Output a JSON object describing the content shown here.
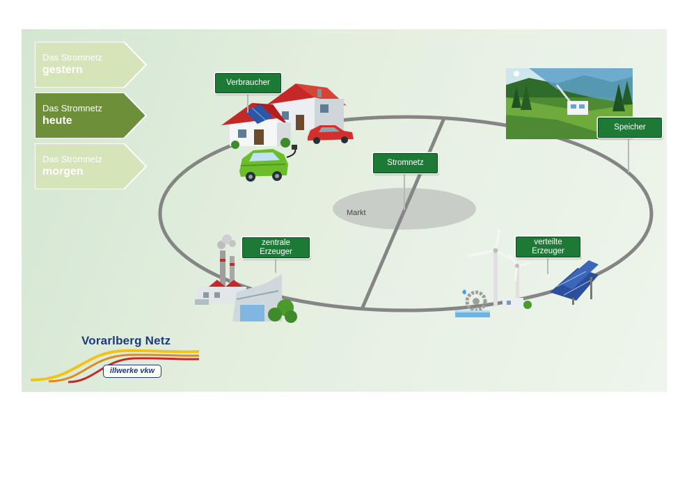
{
  "tabs": [
    {
      "line1": "Das Stromnetz",
      "line2": "gestern",
      "active": false
    },
    {
      "line1": "Das Stromnetz",
      "line2": "heute",
      "active": true
    },
    {
      "line1": "Das Stromnetz",
      "line2": "morgen",
      "active": false
    }
  ],
  "signs": {
    "verbraucher": "Verbraucher",
    "speicher": "Speicher",
    "stromnetz": "Stromnetz",
    "zentrale_1": "zentrale",
    "zentrale_2": "Erzeuger",
    "verteilte_1": "verteilte",
    "verteilte_2": "Erzeuger"
  },
  "markt": "Markt",
  "logo": {
    "title": "Vorarlberg Netz",
    "badge": "illwerke vkw"
  },
  "colors": {
    "sign": "#1d7a36",
    "tab_active": "#6e8f3a",
    "tab_inactive": "#d6e4b9",
    "logo": "#1e3a7a"
  }
}
